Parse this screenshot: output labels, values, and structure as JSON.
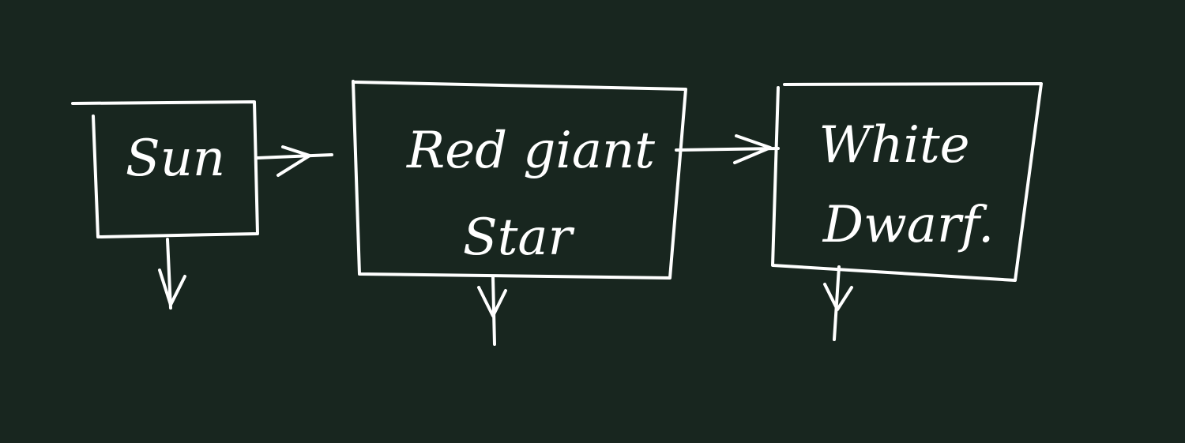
{
  "colors": {
    "background": "#18261f",
    "ink": "#ffffff"
  },
  "nodes": [
    {
      "id": "sun",
      "lines": [
        "Sun"
      ]
    },
    {
      "id": "red-giant",
      "lines": [
        "Red giant",
        "Star"
      ]
    },
    {
      "id": "white-dwarf",
      "lines": [
        "White",
        "Dwarf."
      ]
    }
  ],
  "edges": [
    {
      "from": "sun",
      "to": "red-giant"
    },
    {
      "from": "red-giant",
      "to": "white-dwarf"
    }
  ],
  "down_arrows": [
    "sun",
    "red-giant",
    "white-dwarf"
  ]
}
